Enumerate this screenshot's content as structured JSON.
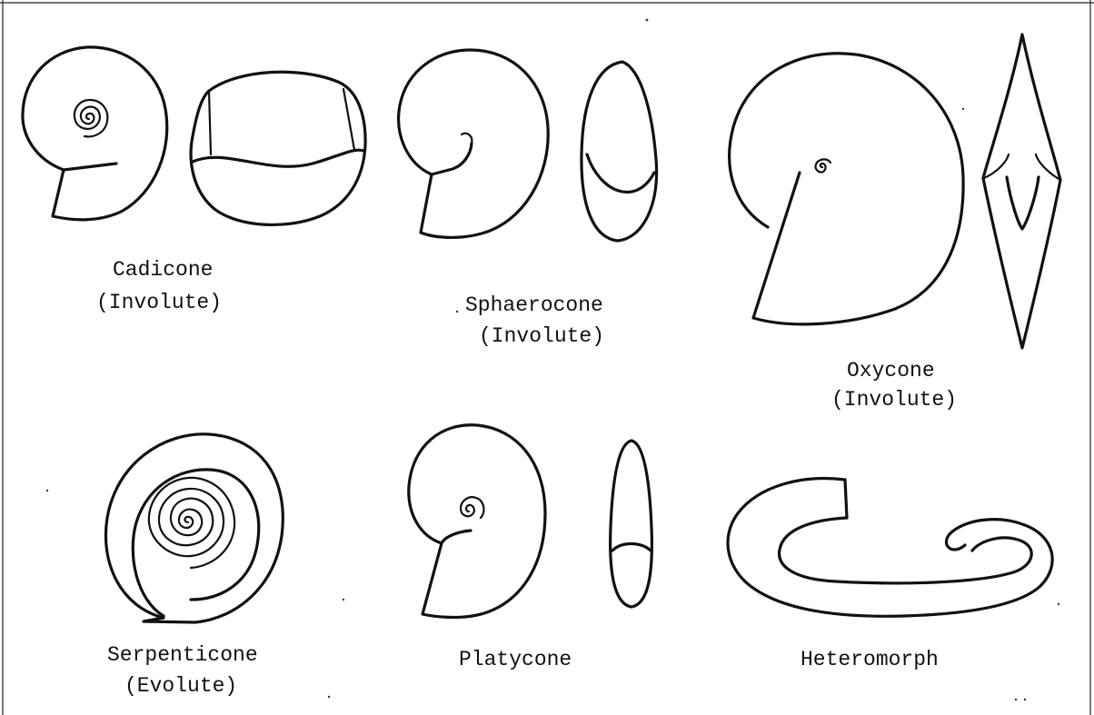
{
  "figure": {
    "shells": [
      {
        "name": "Cadicone",
        "coiling": "(Involute)"
      },
      {
        "name": "Sphaerocone",
        "coiling": "(Involute)"
      },
      {
        "name": "Oxycone",
        "coiling": "(Involute)"
      },
      {
        "name": "Serpenticone",
        "coiling": "(Evolute)"
      },
      {
        "name": "Platycone",
        "coiling": ""
      },
      {
        "name": "Heteromorph",
        "coiling": ""
      }
    ]
  }
}
